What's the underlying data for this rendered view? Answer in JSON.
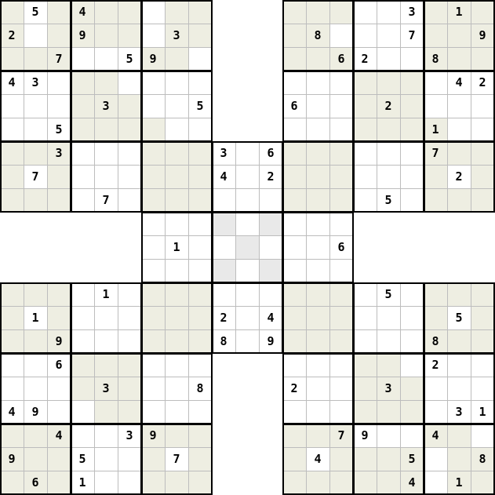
{
  "puzzle": {
    "top_left": {
      "shaded": [
        "101111011",
        "101111011",
        "111000110",
        "000110000",
        "000111000",
        "000111100",
        "111000111",
        "101000111",
        "111000111"
      ],
      "rows": [
        [
          "",
          "5",
          "",
          "4",
          "",
          "",
          "",
          "",
          ""
        ],
        [
          "2",
          "",
          "",
          "9",
          "",
          "",
          "",
          "3",
          ""
        ],
        [
          "",
          "",
          "7",
          "",
          "",
          "5",
          "9",
          "",
          ""
        ],
        [
          "4",
          "3",
          "",
          "",
          "",
          "",
          "",
          "",
          ""
        ],
        [
          "",
          "",
          "",
          "",
          "3",
          "",
          "",
          "",
          "5"
        ],
        [
          "",
          "",
          "5",
          "",
          "",
          "",
          "",
          "",
          ""
        ],
        [
          "",
          "",
          "3",
          "",
          "",
          "",
          "",
          "",
          ""
        ],
        [
          "",
          "7",
          "",
          "",
          "",
          "",
          "",
          "",
          ""
        ],
        [
          "",
          "",
          "",
          "",
          "7",
          "",
          "",
          "",
          ""
        ]
      ]
    },
    "top_right": {
      "shaded": [
        "111000111",
        "110000111",
        "111000111",
        "000111000",
        "000111000",
        "000111100",
        "111000111",
        "111000101",
        "111000111"
      ],
      "rows": [
        [
          "",
          "",
          "",
          "",
          "",
          "3",
          "",
          "1",
          ""
        ],
        [
          "",
          "8",
          "",
          "",
          "",
          "7",
          "",
          "",
          "9"
        ],
        [
          "",
          "",
          "6",
          "2",
          "",
          "",
          "8",
          "",
          ""
        ],
        [
          "",
          "",
          "",
          "",
          "",
          "",
          "",
          "4",
          "2"
        ],
        [
          "6",
          "",
          "",
          "",
          "2",
          "",
          "",
          "",
          ""
        ],
        [
          "",
          "",
          "",
          "",
          "",
          "",
          "1",
          "",
          ""
        ],
        [
          "",
          "",
          "",
          "",
          "",
          "",
          "7",
          "",
          ""
        ],
        [
          "",
          "",
          "",
          "",
          "",
          "",
          "",
          "2",
          ""
        ],
        [
          "",
          "",
          "",
          "",
          "5",
          "",
          "",
          "",
          ""
        ]
      ]
    },
    "middle": {
      "rows": [
        [
          "",
          "",
          "",
          "3",
          "",
          "6",
          "",
          "",
          ""
        ],
        [
          "",
          "",
          "",
          "4",
          "",
          "2",
          "",
          "",
          ""
        ],
        [
          "",
          "",
          "",
          "",
          "",
          "",
          "",
          "",
          ""
        ],
        [
          "",
          "",
          "",
          "",
          "",
          "",
          "",
          "",
          ""
        ],
        [
          "",
          "1",
          "",
          "",
          "",
          "",
          "",
          "",
          "6"
        ],
        [
          "",
          "",
          "",
          "",
          "",
          "",
          "",
          "",
          ""
        ],
        [
          "",
          "",
          "",
          "",
          "",
          "",
          "",
          "",
          ""
        ],
        [
          "",
          "",
          "",
          "2",
          "",
          "4",
          "",
          "",
          ""
        ],
        [
          "",
          "",
          "",
          "8",
          "",
          "9",
          "",
          "",
          ""
        ]
      ],
      "gray_cells": [
        [
          3,
          3
        ],
        [
          3,
          5
        ],
        [
          4,
          4
        ],
        [
          5,
          3
        ],
        [
          5,
          5
        ]
      ]
    },
    "bottom_left": {
      "shaded": [
        "111000111",
        "101000111",
        "111000111",
        "000111000",
        "000111000",
        "000011000",
        "111000111",
        "111000101",
        "111000111"
      ],
      "rows": [
        [
          "",
          "",
          "",
          "",
          "1",
          "",
          "",
          "",
          ""
        ],
        [
          "",
          "1",
          "",
          "",
          "",
          "",
          "",
          "",
          ""
        ],
        [
          "",
          "",
          "9",
          "",
          "",
          "",
          "",
          "",
          ""
        ],
        [
          "",
          "",
          "6",
          "",
          "",
          "",
          "",
          "",
          ""
        ],
        [
          "",
          "",
          "",
          "",
          "3",
          "",
          "",
          "",
          "8"
        ],
        [
          "4",
          "9",
          "",
          "",
          "",
          "",
          "",
          "",
          ""
        ],
        [
          "",
          "",
          "4",
          "",
          "",
          "3",
          "9",
          "",
          ""
        ],
        [
          "9",
          "",
          "",
          "5",
          "",
          "",
          "",
          "7",
          ""
        ],
        [
          "",
          "6",
          "",
          "1",
          "",
          "",
          "",
          "",
          ""
        ]
      ]
    },
    "bottom_right": {
      "shaded": [
        "111000111",
        "111000101",
        "111000111",
        "000110000",
        "000111000",
        "000111000",
        "111000110",
        "101111011",
        "111111011"
      ],
      "rows": [
        [
          "",
          "",
          "",
          "",
          "5",
          "",
          "",
          "",
          ""
        ],
        [
          "",
          "",
          "",
          "",
          "",
          "",
          "",
          "5",
          ""
        ],
        [
          "",
          "",
          "",
          "",
          "",
          "",
          "8",
          "",
          ""
        ],
        [
          "",
          "",
          "",
          "",
          "",
          "",
          "2",
          "",
          ""
        ],
        [
          "2",
          "",
          "",
          "",
          "3",
          "",
          "",
          "",
          ""
        ],
        [
          "",
          "",
          "",
          "",
          "",
          "",
          "",
          "3",
          "1"
        ],
        [
          "",
          "",
          "7",
          "9",
          "",
          "",
          "4",
          "",
          ""
        ],
        [
          "",
          "4",
          "",
          "",
          "",
          "5",
          "",
          "",
          "8"
        ],
        [
          "",
          "",
          "",
          "",
          "",
          "4",
          "",
          "1",
          ""
        ]
      ]
    }
  },
  "colors": {
    "shaded": "#eeeee2",
    "center_gray": "#e9e9e9",
    "thin_line": "#bdbdbd",
    "box_line": "#000000",
    "digit": "#000000"
  }
}
